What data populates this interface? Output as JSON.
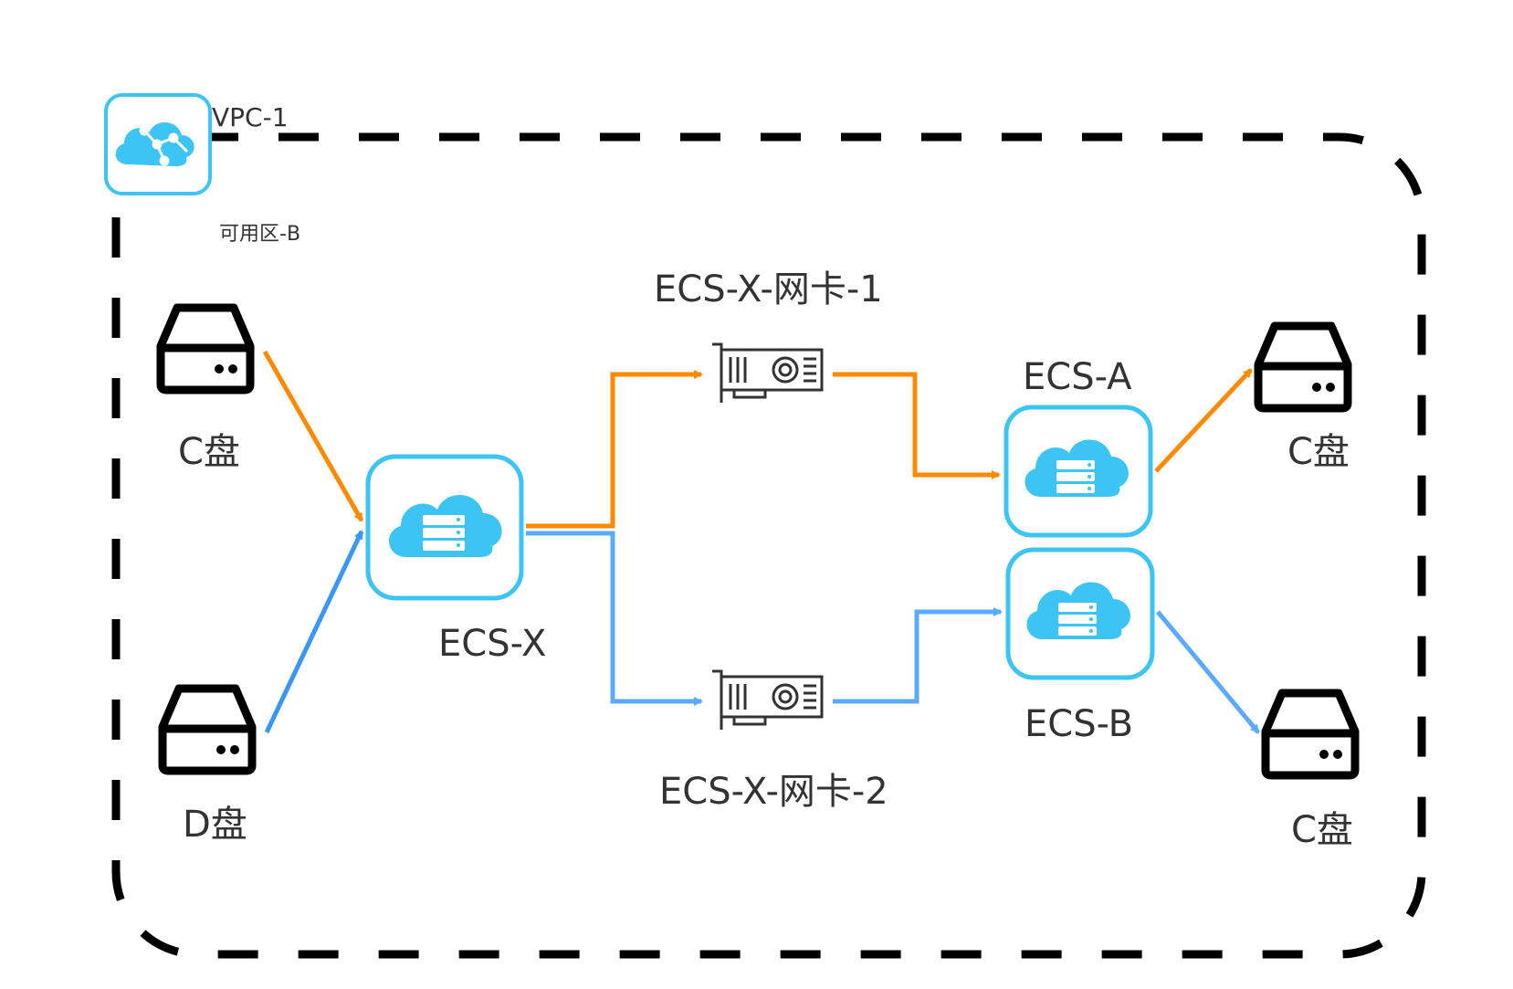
{
  "vpc": {
    "label": "VPC-1"
  },
  "zone": {
    "label": "可用区-B"
  },
  "disks": {
    "c_left": {
      "label": "C盘"
    },
    "d_left": {
      "label": "D盘"
    },
    "c_right_top": {
      "label": "C盘"
    },
    "c_right_bottom": {
      "label": "C盘"
    }
  },
  "ecs": {
    "x": {
      "label": "ECS-X"
    },
    "a": {
      "label": "ECS-A"
    },
    "b": {
      "label": "ECS-B"
    }
  },
  "nics": {
    "nic1": {
      "label": "ECS-X-网卡-1"
    },
    "nic2": {
      "label": "ECS-X-网卡-2"
    }
  },
  "colors": {
    "orange_link": "#FF8A00",
    "blue_link": "#5AABFF",
    "ecs_cloud": "#3CC4F5",
    "ecs_border": "#3CC4F5",
    "boundary": "#000000",
    "text": "#333333"
  },
  "icons": {
    "vpc": "vpc-cloud-icon",
    "disk": "hard-disk-icon",
    "ecs": "ecs-cloud-server-icon",
    "nic": "network-card-icon"
  }
}
